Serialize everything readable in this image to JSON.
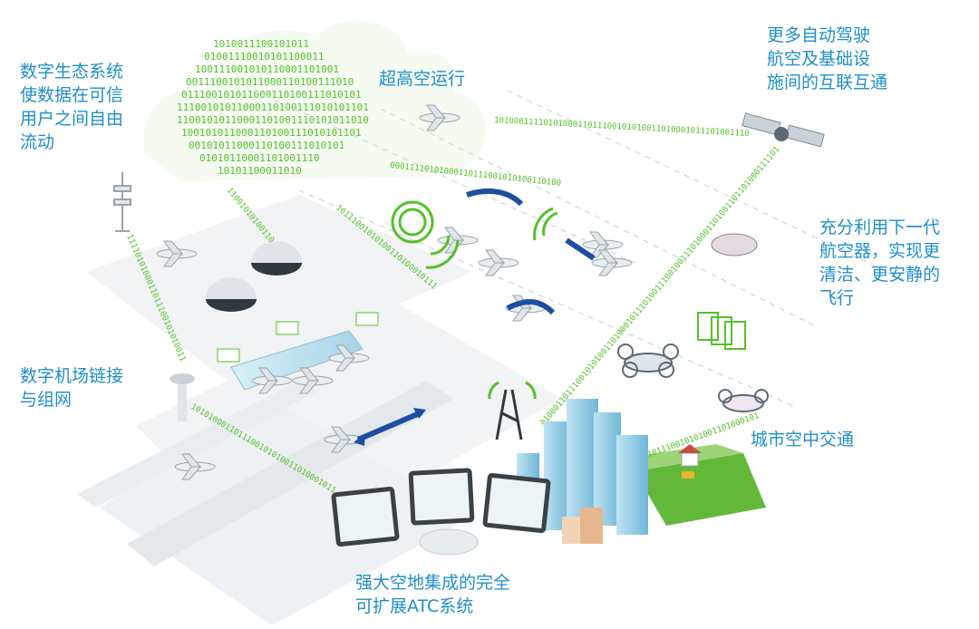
{
  "labels": {
    "digital_ecosystem": "数字生态系统\n使数据在可信\n用户之间自由\n流动",
    "high_altitude": "超高空运行",
    "autonomy": "更多自动驾驶\n航空及基础设\n施间的互联互通",
    "next_gen_aircraft": "充分利用下一代\n航空器，实现更\n清洁、更安静的\n飞行",
    "digital_airport": "数字机场链接\n与组网",
    "urban_air": "城市空中交通",
    "atc_system": "强大空地集成的完全\n可扩展ATC系统"
  },
  "cloud_binary": "1010011100101011000110100111010101101001101011100100111010011011001010111100",
  "link_binary": "10100011110101000110111001010100110100010111010011100100111010001101001101",
  "colors": {
    "label": "#1f8fc8",
    "binary": "#55c12b",
    "arrow": "#1d4ea1",
    "ground": "#f1f3f4",
    "runway": "#e6eaee"
  },
  "icons": [
    "cloud-icon",
    "radio-tower-icon",
    "satellite-icon",
    "drone-icon",
    "airplane-icon",
    "tablet-icon",
    "building-icon",
    "house-icon",
    "radar-dome-icon",
    "control-tower-icon"
  ]
}
